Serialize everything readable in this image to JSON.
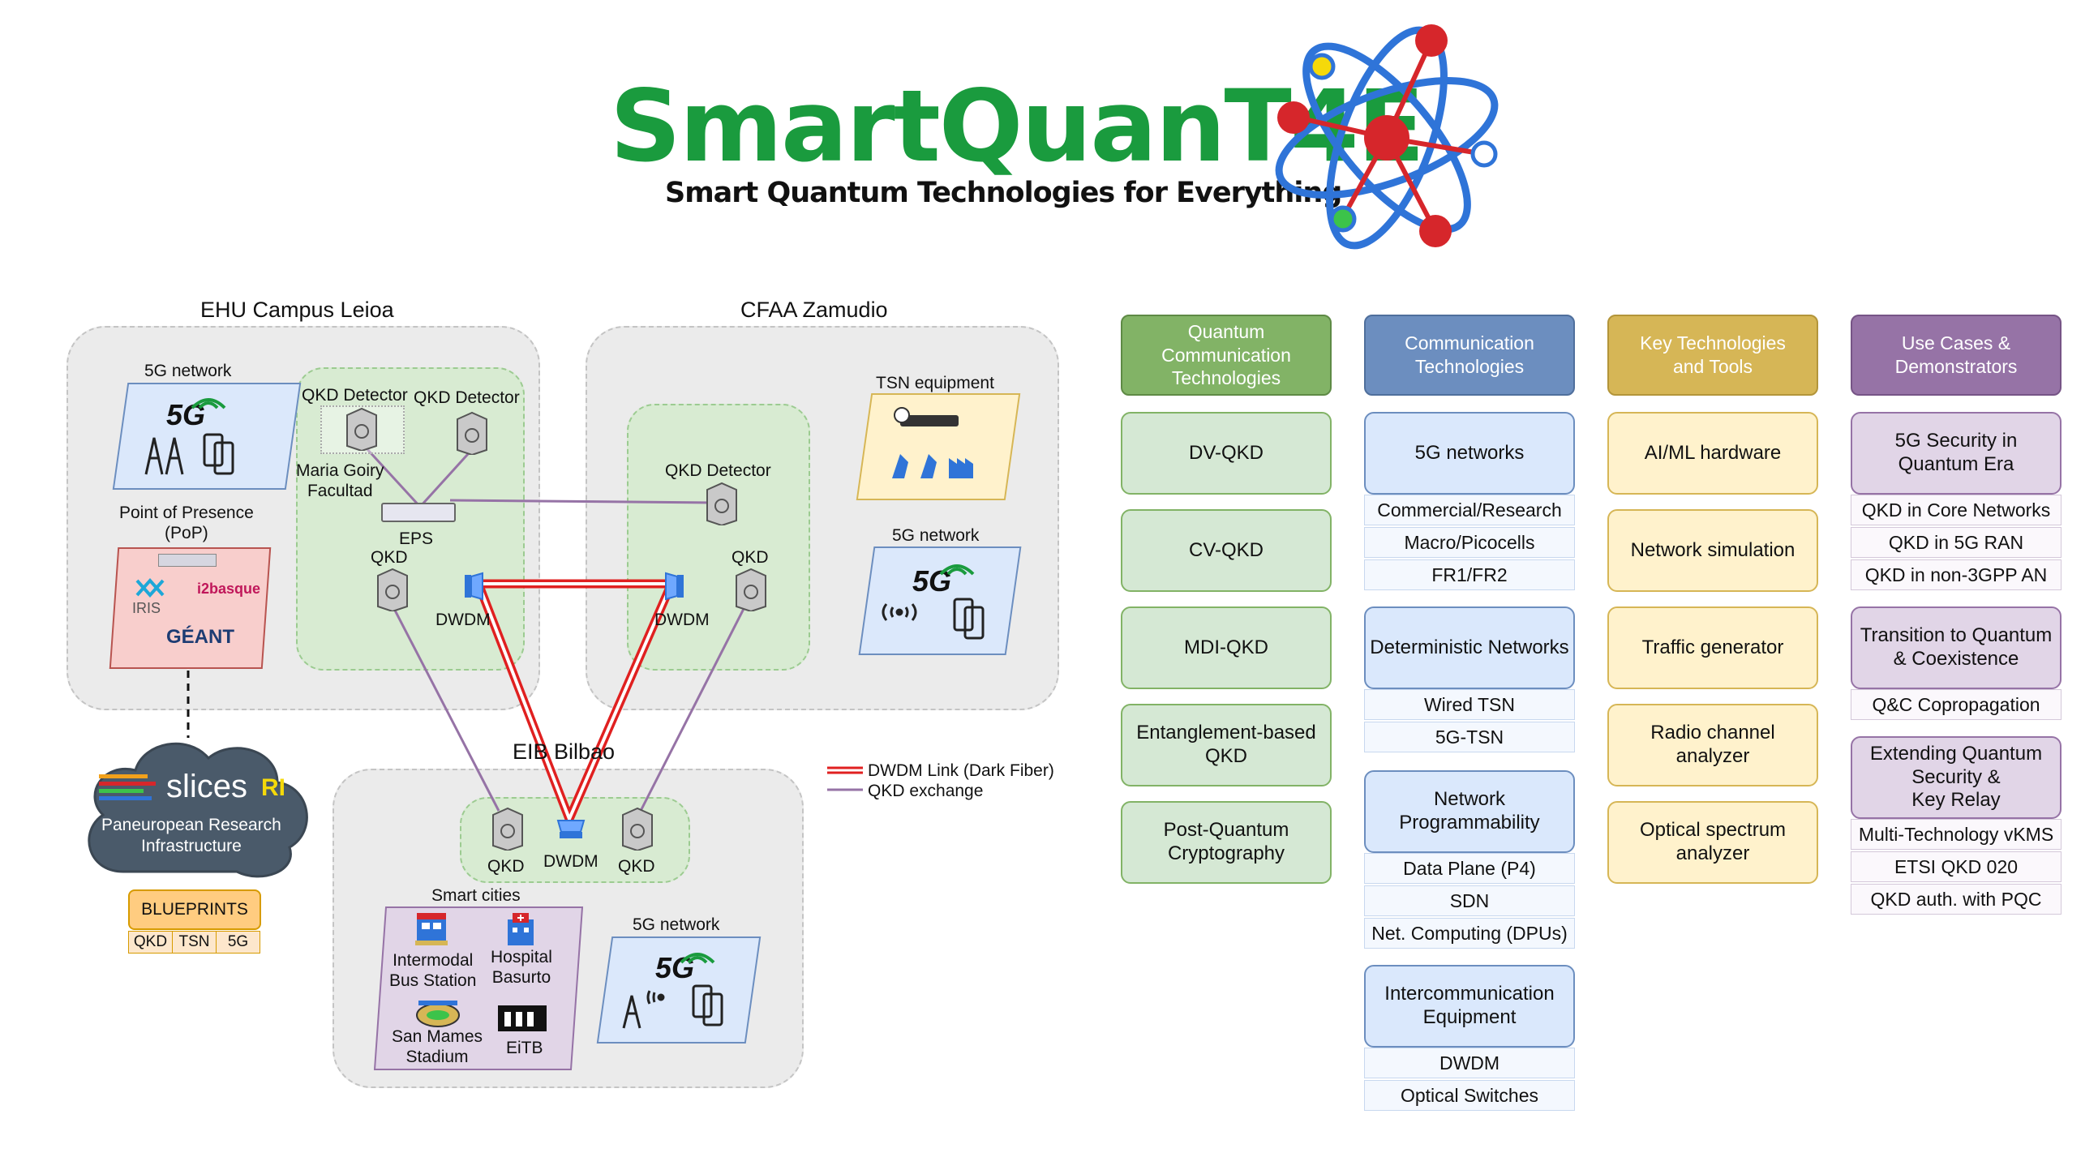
{
  "logo": {
    "title": "SmartQuanT4E",
    "subtitle": "Smart Quantum Technologies for Everything",
    "colors": {
      "green": "#1a9b3e",
      "blue": "#2f74d8",
      "red": "#d6262b",
      "yellow": "#f5d90a"
    }
  },
  "sites": {
    "ehu": "EHU Campus Leioa",
    "cfaa": "CFAA Zamudio",
    "eib": "EIB Bilbao"
  },
  "ehu": {
    "network_label": "5G network",
    "network_logo": "5G",
    "qkd_detector_1": "QKD Detector",
    "qkd_detector_2": "QKD Detector",
    "faculty": "Maria Goiry\nFacultad",
    "eps": "EPS",
    "qkd": "QKD",
    "dwdm": "DWDM",
    "pop_label": "Point of Presence\n(PoP)",
    "pop_logos": [
      "i2basque",
      "IRIS",
      "GÉANT"
    ]
  },
  "cfaa": {
    "qkd_detector": "QKD Detector",
    "qkd": "QKD",
    "dwdm": "DWDM",
    "tsn_label": "TSN equipment",
    "network_label": "5G network",
    "network_logo": "5G"
  },
  "eib": {
    "qkd_left": "QKD",
    "dwdm": "DWDM",
    "qkd_right": "QKD",
    "smart_cities": "Smart cities",
    "bus": "Intermodal\nBus Station",
    "hospital": "Hospital\nBasurto",
    "stadium": "San Mames\nStadium",
    "eitb": "EiTB",
    "network_label": "5G network",
    "network_logo": "5G"
  },
  "slices": {
    "name": "slices",
    "suffix": "RI",
    "desc": "Paneuropean Research\nInfrastructure"
  },
  "blueprints": {
    "title": "BLUEPRINTS",
    "items": [
      "QKD",
      "TSN",
      "5G"
    ]
  },
  "legend": {
    "dwdm": "DWDM Link (Dark Fiber)",
    "qkd": "QKD exchange",
    "colors": {
      "dwdm": "#e02020",
      "qkd": "#9673a6"
    }
  },
  "columns": [
    {
      "header": "Quantum\nCommunication\nTechnologies",
      "items": [
        {
          "label": "DV-QKD"
        },
        {
          "label": "CV-QKD"
        },
        {
          "label": "MDI-QKD"
        },
        {
          "label": "Entanglement-based\nQKD"
        },
        {
          "label": "Post-Quantum\nCryptography"
        }
      ]
    },
    {
      "header": "Communication\nTechnologies",
      "items": [
        {
          "label": "5G networks",
          "subs": [
            "Commercial/Research",
            "Macro/Picocells",
            "FR1/FR2"
          ]
        },
        {
          "label": "Deterministic Networks",
          "subs": [
            "Wired TSN",
            "5G-TSN"
          ]
        },
        {
          "label": "Network\nProgrammability",
          "subs": [
            "Data Plane (P4)",
            "SDN",
            "Net. Computing (DPUs)"
          ]
        },
        {
          "label": "Intercommunication\nEquipment",
          "subs": [
            "DWDM",
            "Optical Switches"
          ]
        }
      ]
    },
    {
      "header": "Key Technologies\nand Tools",
      "items": [
        {
          "label": "AI/ML hardware"
        },
        {
          "label": "Network simulation"
        },
        {
          "label": "Traffic generator"
        },
        {
          "label": "Radio channel\nanalyzer"
        },
        {
          "label": "Optical spectrum\nanalyzer"
        }
      ]
    },
    {
      "header": "Use Cases &\nDemonstrators",
      "items": [
        {
          "label": "5G Security in\nQuantum Era",
          "subs": [
            "QKD in Core Networks",
            "QKD in 5G RAN",
            "QKD in non-3GPP AN"
          ]
        },
        {
          "label": "Transition to Quantum\n& Coexistence",
          "subs": [
            "Q&C Copropagation"
          ]
        },
        {
          "label": "Extending Quantum\nSecurity &\nKey Relay",
          "subs": [
            "Multi-Technology vKMS",
            "ETSI QKD 020",
            "QKD auth. with PQC"
          ]
        }
      ]
    }
  ]
}
